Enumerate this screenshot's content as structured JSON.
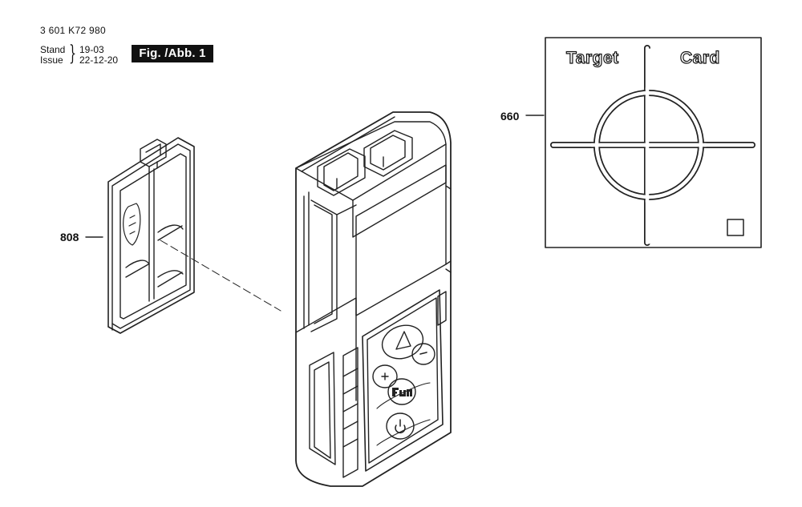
{
  "header": {
    "part_number": "3 601 K72 980",
    "stand_label": "Stand",
    "issue_label": "Issue",
    "brace": "}",
    "stand_value": "19-03",
    "issue_value": "22-12-20",
    "figure_badge": "Fig. /Abb. 1"
  },
  "callouts": {
    "battery_cover": "808",
    "target_card": "660"
  },
  "target_card": {
    "word_left": "Target",
    "word_right": "Card"
  },
  "icons": [
    "triangle-up-icon",
    "plus-icon",
    "minus-icon",
    "func-icon",
    "power-icon"
  ]
}
